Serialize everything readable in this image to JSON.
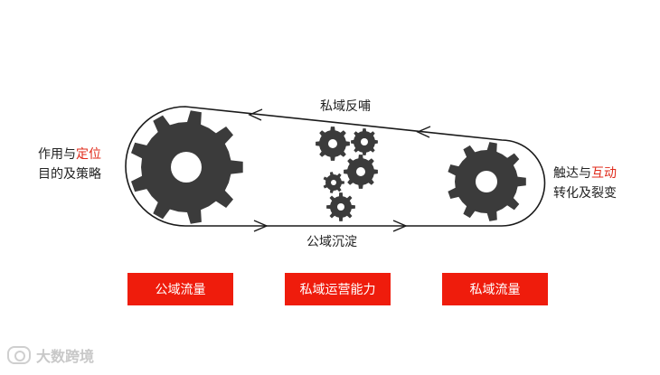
{
  "diagram": {
    "top_arrow_label": "私域反哺",
    "bottom_arrow_label": "公域沉淀",
    "left_text": {
      "line1_prefix": "作用与",
      "line1_highlight": "定位",
      "line2": "目的及策略"
    },
    "right_text": {
      "line1_prefix": "触达与",
      "line1_highlight": "互动",
      "line2": "转化及裂变"
    },
    "boxes": [
      "公域流量",
      "私域运营能力",
      "私域流量"
    ],
    "colors": {
      "gear": "#3b3b3b",
      "accent_red": "#ef1c0c",
      "highlight_text": "#e02a1a",
      "belt": "#1a1a1a"
    }
  },
  "watermark": {
    "text": "大数跨境"
  }
}
